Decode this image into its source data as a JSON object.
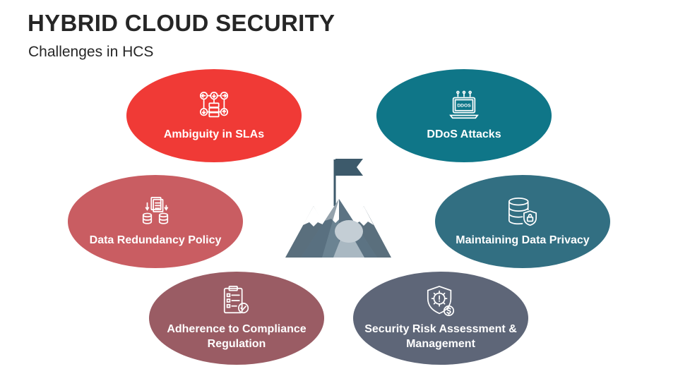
{
  "header": {
    "title": "HYBRID CLOUD SECURITY",
    "subtitle": "Challenges in HCS"
  },
  "challenges": [
    {
      "label": "Ambiguity in SLAs",
      "icon": "network-flow-icon",
      "color": "#f03a36"
    },
    {
      "label": "DDoS Attacks",
      "icon": "ddos-laptop-icon",
      "icon_text": "DDOS",
      "color": "#0f7688"
    },
    {
      "label": "Data Redundancy Policy",
      "icon": "data-redundancy-icon",
      "color": "#c95d62"
    },
    {
      "label": "Maintaining Data Privacy",
      "icon": "database-lock-icon",
      "color": "#326f82"
    },
    {
      "label": "Adherence to Compliance Regulation",
      "icon": "compliance-checklist-icon",
      "color": "#9a5c64"
    },
    {
      "label": "Security Risk Assessment & Management",
      "icon": "shield-gear-dollar-icon",
      "color": "#5e6678"
    }
  ],
  "center_graphic": {
    "icon": "mountain-flag-icon",
    "flag_color": "#3d5a6b"
  }
}
